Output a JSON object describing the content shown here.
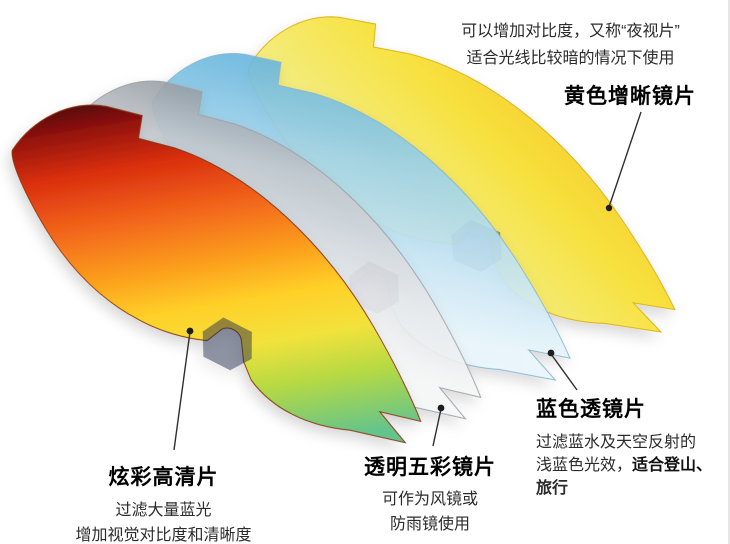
{
  "image": {
    "kind": "product-detail-photo",
    "background": "#ffffff"
  },
  "labels": {
    "yellow": {
      "desc": [
        "可以增加对比度，又称“夜视片”",
        "适合光线比较暗的情况下使用"
      ],
      "title": "黄色增晰镜片",
      "color": "#f6d21c"
    },
    "rainbow": {
      "title": "炫彩高清片",
      "desc": [
        "过滤大量蓝光",
        "增加视觉对比度和清晰度"
      ],
      "color": "#f05423"
    },
    "clear": {
      "title": "透明五彩镜片",
      "desc": [
        "可作为风镜或",
        "防雨镜使用"
      ],
      "color": "#dde1e4"
    },
    "blue": {
      "title": "蓝色透镜片",
      "desc_line1": "过滤蓝水及天空反射的",
      "desc_line2_regular": "浅蓝色光效，",
      "desc_line2_bold": "适合登山、",
      "desc_line3_bold": "旅行",
      "color": "#7fc0e2"
    }
  },
  "lenses": [
    {
      "id": "yellow-lens",
      "label": "黄色增晰镜片"
    },
    {
      "id": "blue-lens",
      "label": "蓝色透镜片"
    },
    {
      "id": "clear-lens",
      "label": "透明五彩镜片"
    },
    {
      "id": "rainbow-lens",
      "label": "炫彩高清片"
    }
  ],
  "colors": {
    "text_primary": "#000000",
    "text_secondary": "#2b2b2b",
    "leader_line": "#2f2f2f",
    "rainbow_left": "#d92f0e",
    "rainbow_right": "#7ecb72"
  }
}
